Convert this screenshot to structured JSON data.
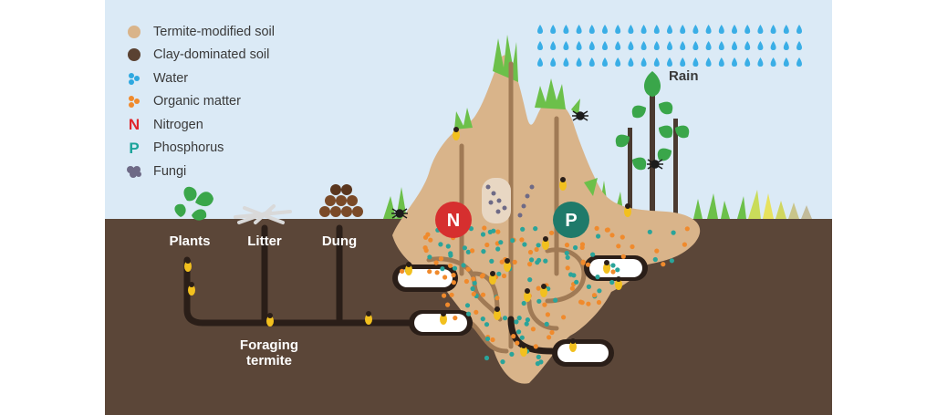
{
  "legend": [
    {
      "label": "Termite-modified soil",
      "symbol": "tan-dot-icon",
      "color": "#d9b48a"
    },
    {
      "label": "Clay-dominated soil",
      "symbol": "dark-dot-icon",
      "color": "#5a4232"
    },
    {
      "label": "Water",
      "symbol": "water-dots-icon",
      "color": "#2ea8e0"
    },
    {
      "label": "Organic matter",
      "symbol": "organic-dots-icon",
      "color": "#f08a2c"
    },
    {
      "label": "Nitrogen",
      "symbol": "nitrogen-letter-icon",
      "letter": "N",
      "color": "#e0262c"
    },
    {
      "label": "Phosphorus",
      "symbol": "phosphorus-letter-icon",
      "letter": "P",
      "color": "#1aa39a"
    },
    {
      "label": "Fungi",
      "symbol": "fungi-icon",
      "color": "#6e6a86"
    }
  ],
  "labels": {
    "plants": "Plants",
    "litter": "Litter",
    "dung": "Dung",
    "foraging_line1": "Foraging",
    "foraging_line2": "termite",
    "rain": "Rain"
  },
  "mound_badges": {
    "nitrogen": "N",
    "phosphorus": "P"
  },
  "colors": {
    "sky": "#dbeaf6",
    "soil": "#5b4638",
    "mound": "#d9b48a",
    "tunnel": "#a07a55",
    "grass": "#6cc04a",
    "tree": "#4a3a30",
    "leaf": "#3aa64a",
    "rain": "#3aaee6",
    "termite": "#f2c01e"
  }
}
